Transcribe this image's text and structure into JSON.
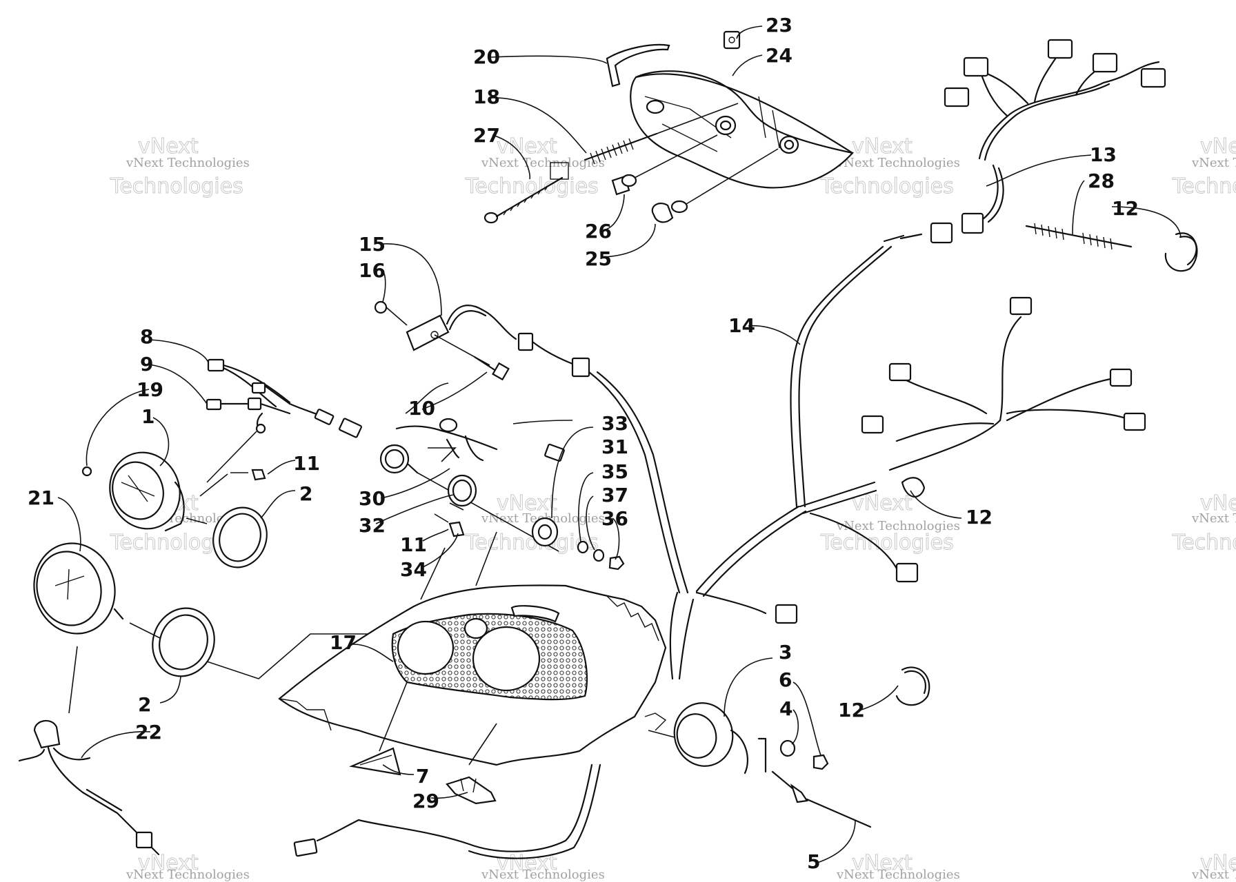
{
  "diagram": {
    "watermark": {
      "company": "vNext Technologies",
      "big_first": "vNext",
      "big_second": "Technologies"
    },
    "callouts": [
      {
        "id": "c1",
        "label": "1"
      },
      {
        "id": "c2a",
        "label": "2"
      },
      {
        "id": "c2b",
        "label": "2"
      },
      {
        "id": "c3",
        "label": "3"
      },
      {
        "id": "c4",
        "label": "4"
      },
      {
        "id": "c5",
        "label": "5"
      },
      {
        "id": "c6",
        "label": "6"
      },
      {
        "id": "c7",
        "label": "7"
      },
      {
        "id": "c8",
        "label": "8"
      },
      {
        "id": "c9",
        "label": "9"
      },
      {
        "id": "c10",
        "label": "10"
      },
      {
        "id": "c11a",
        "label": "11"
      },
      {
        "id": "c11b",
        "label": "11"
      },
      {
        "id": "c12a",
        "label": "12"
      },
      {
        "id": "c12b",
        "label": "12"
      },
      {
        "id": "c12c",
        "label": "12"
      },
      {
        "id": "c13",
        "label": "13"
      },
      {
        "id": "c14",
        "label": "14"
      },
      {
        "id": "c15",
        "label": "15"
      },
      {
        "id": "c16",
        "label": "16"
      },
      {
        "id": "c17",
        "label": "17"
      },
      {
        "id": "c18",
        "label": "18"
      },
      {
        "id": "c19",
        "label": "19"
      },
      {
        "id": "c20",
        "label": "20"
      },
      {
        "id": "c21",
        "label": "21"
      },
      {
        "id": "c22",
        "label": "22"
      },
      {
        "id": "c23",
        "label": "23"
      },
      {
        "id": "c24",
        "label": "24"
      },
      {
        "id": "c25",
        "label": "25"
      },
      {
        "id": "c26",
        "label": "26"
      },
      {
        "id": "c27",
        "label": "27"
      },
      {
        "id": "c28",
        "label": "28"
      },
      {
        "id": "c29",
        "label": "29"
      },
      {
        "id": "c30",
        "label": "30"
      },
      {
        "id": "c31",
        "label": "31"
      },
      {
        "id": "c32",
        "label": "32"
      },
      {
        "id": "c33",
        "label": "33"
      },
      {
        "id": "c34",
        "label": "34"
      },
      {
        "id": "c35",
        "label": "35"
      },
      {
        "id": "c36",
        "label": "36"
      },
      {
        "id": "c37",
        "label": "37"
      }
    ]
  }
}
